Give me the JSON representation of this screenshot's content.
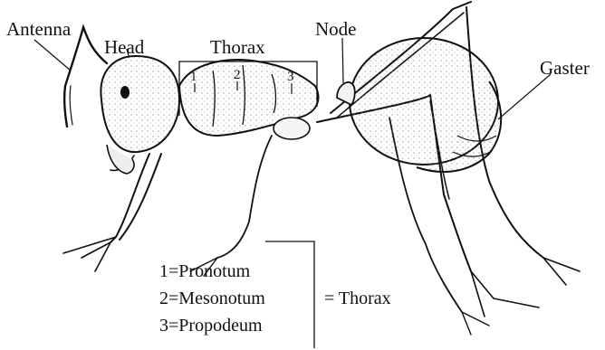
{
  "labels": {
    "antenna": "Antenna",
    "head": "Head",
    "thorax": "Thorax",
    "node": "Node",
    "gaster": "Gaster"
  },
  "segment_numbers": [
    "1",
    "2",
    "3"
  ],
  "legend": {
    "items": [
      "1=Pronotum",
      "2=Mesonotum",
      "3=Propodeum"
    ],
    "equals": "= Thorax"
  }
}
